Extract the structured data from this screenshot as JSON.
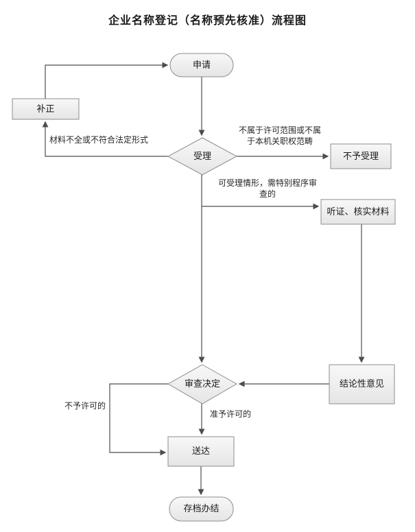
{
  "title": "企业名称登记（名称预先核准）流程图",
  "nodes": {
    "apply": {
      "label": "申请"
    },
    "correction": {
      "label": "补正"
    },
    "accept": {
      "label": "受理"
    },
    "not_accept": {
      "label": "不予受理"
    },
    "hearing": {
      "label": "听证、核实材料"
    },
    "conclusion": {
      "label": "结论性意见"
    },
    "decision": {
      "label": "审查决定"
    },
    "delivery": {
      "label": "送达"
    },
    "archive": {
      "label": "存档办结"
    }
  },
  "edge_labels": {
    "incomplete_materials": "材料不全或不符合法定形式",
    "out_of_scope": "不属于许可范围或不属\n于本机关职权范畴",
    "special_procedure": "可受理情形，需特别程序审\n查的",
    "not_permitted": "不予许可的",
    "permitted": "准予许可的"
  },
  "colors": {
    "node_fill_top": "#f8f8f8",
    "node_fill_bottom": "#e5e5e5",
    "node_border": "#8c8c8c",
    "connector": "#4d4d4d",
    "text": "#1a1a1a"
  }
}
